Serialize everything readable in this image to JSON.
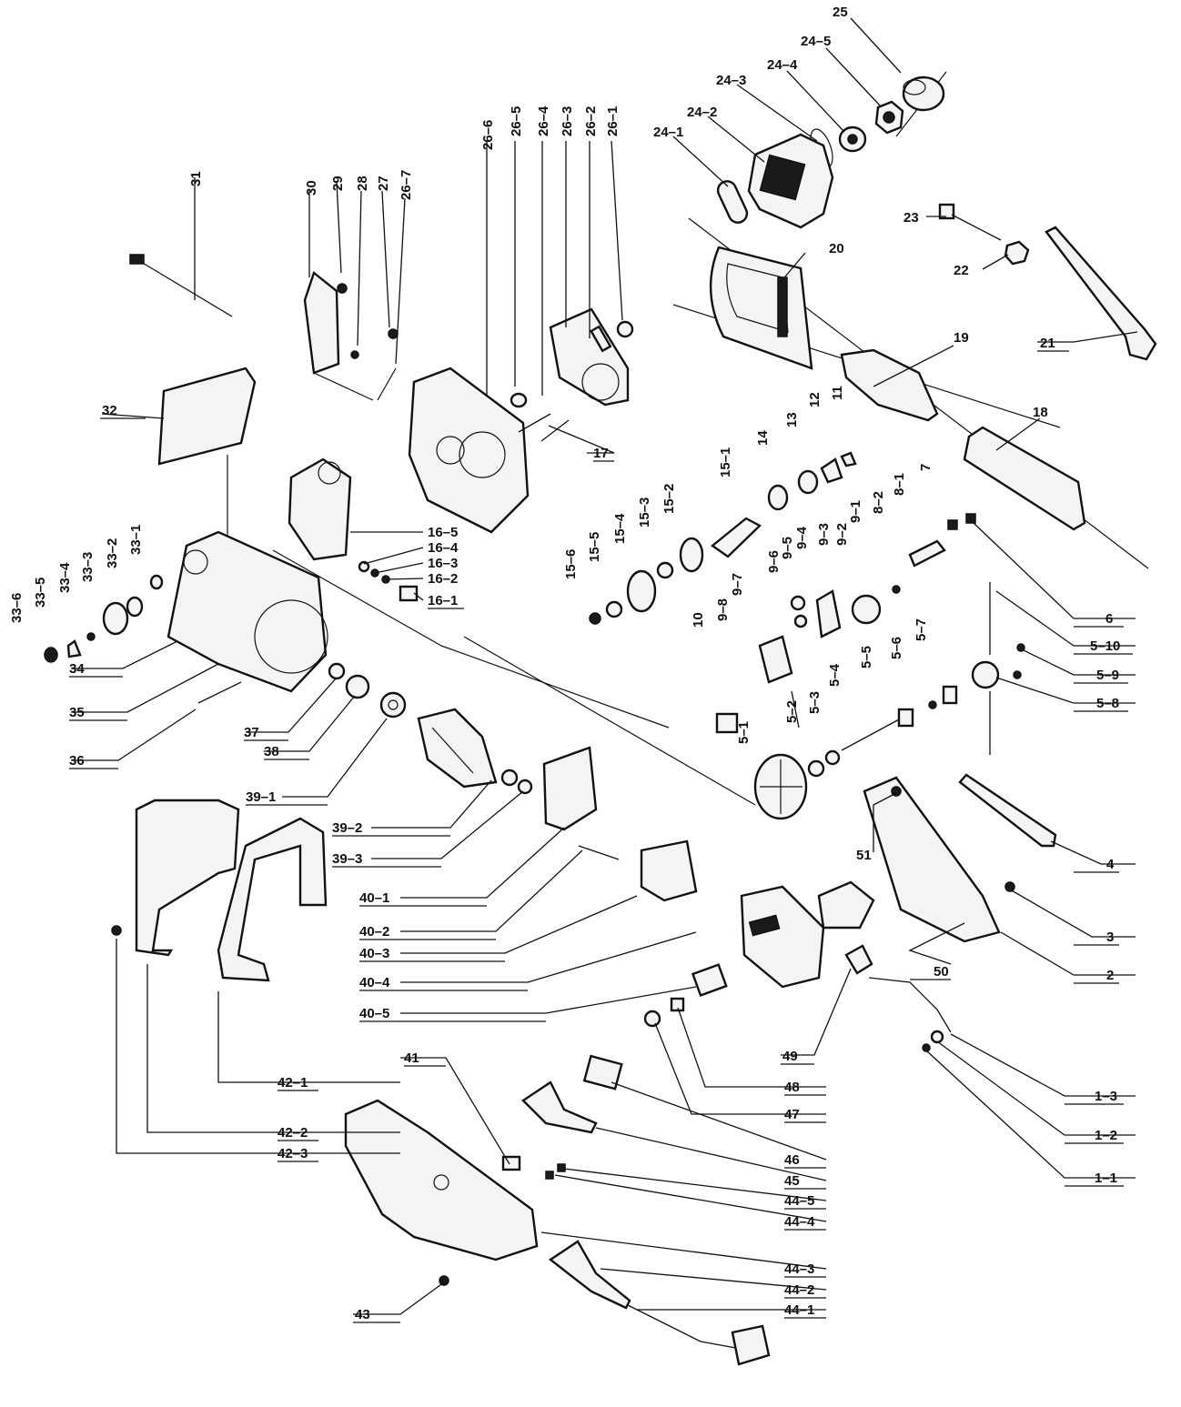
{
  "labels": [
    {
      "id": "25",
      "text": "25"
    },
    {
      "id": "24-5",
      "text": "24–5"
    },
    {
      "id": "24-4",
      "text": "24–4"
    },
    {
      "id": "24-3",
      "text": "24–3"
    },
    {
      "id": "24-2",
      "text": "24–2"
    },
    {
      "id": "24-1",
      "text": "24–1"
    },
    {
      "id": "23",
      "text": "23"
    },
    {
      "id": "22",
      "text": "22"
    },
    {
      "id": "21",
      "text": "21"
    },
    {
      "id": "20",
      "text": "20"
    },
    {
      "id": "19",
      "text": "19"
    },
    {
      "id": "18",
      "text": "18"
    },
    {
      "id": "17",
      "text": "17"
    },
    {
      "id": "16-1",
      "text": "16–1"
    },
    {
      "id": "16-2",
      "text": "16–2"
    },
    {
      "id": "16-3",
      "text": "16–3"
    },
    {
      "id": "16-4",
      "text": "16–4"
    },
    {
      "id": "16-5",
      "text": "16–5"
    },
    {
      "id": "32",
      "text": "32"
    },
    {
      "id": "34",
      "text": "34"
    },
    {
      "id": "35",
      "text": "35"
    },
    {
      "id": "36",
      "text": "36"
    },
    {
      "id": "37",
      "text": "37"
    },
    {
      "id": "38",
      "text": "38"
    },
    {
      "id": "39-1",
      "text": "39–1"
    },
    {
      "id": "39-2",
      "text": "39–2"
    },
    {
      "id": "39-3",
      "text": "39–3"
    },
    {
      "id": "40-1",
      "text": "40–1"
    },
    {
      "id": "40-2",
      "text": "40–2"
    },
    {
      "id": "40-3",
      "text": "40–3"
    },
    {
      "id": "40-4",
      "text": "40–4"
    },
    {
      "id": "40-5",
      "text": "40–5"
    },
    {
      "id": "41",
      "text": "41"
    },
    {
      "id": "42-1",
      "text": "42–1"
    },
    {
      "id": "42-2",
      "text": "42–2"
    },
    {
      "id": "42-3",
      "text": "42–3"
    },
    {
      "id": "43",
      "text": "43"
    },
    {
      "id": "44-1",
      "text": "44–1"
    },
    {
      "id": "44-2",
      "text": "44–2"
    },
    {
      "id": "44-3",
      "text": "44–3"
    },
    {
      "id": "44-4",
      "text": "44–4"
    },
    {
      "id": "44-5",
      "text": "44–5"
    },
    {
      "id": "45",
      "text": "45"
    },
    {
      "id": "46",
      "text": "46"
    },
    {
      "id": "47",
      "text": "47"
    },
    {
      "id": "48",
      "text": "48"
    },
    {
      "id": "49",
      "text": "49"
    },
    {
      "id": "50",
      "text": "50"
    },
    {
      "id": "51",
      "text": "51"
    },
    {
      "id": "4",
      "text": "4"
    },
    {
      "id": "3",
      "text": "3"
    },
    {
      "id": "2",
      "text": "2"
    },
    {
      "id": "1-3",
      "text": "1–3"
    },
    {
      "id": "1-2",
      "text": "1–2"
    },
    {
      "id": "1-1",
      "text": "1–1"
    },
    {
      "id": "6",
      "text": "6"
    },
    {
      "id": "5-10",
      "text": "5–10"
    },
    {
      "id": "5-9",
      "text": "5–9"
    },
    {
      "id": "5-8",
      "text": "5–8"
    },
    {
      "id": "31",
      "text": "31"
    },
    {
      "id": "30",
      "text": "30"
    },
    {
      "id": "29",
      "text": "29"
    },
    {
      "id": "28",
      "text": "28"
    },
    {
      "id": "27",
      "text": "27"
    },
    {
      "id": "26-7",
      "text": "26–7"
    },
    {
      "id": "26-6",
      "text": "26–6"
    },
    {
      "id": "26-5",
      "text": "26–5"
    },
    {
      "id": "26-4",
      "text": "26–4"
    },
    {
      "id": "26-3",
      "text": "26–3"
    },
    {
      "id": "26-2",
      "text": "26–2"
    },
    {
      "id": "26-1",
      "text": "26–1"
    },
    {
      "id": "15-1",
      "text": "15–1"
    },
    {
      "id": "15-2",
      "text": "15–2"
    },
    {
      "id": "15-3",
      "text": "15–3"
    },
    {
      "id": "15-4",
      "text": "15–4"
    },
    {
      "id": "15-5",
      "text": "15–5"
    },
    {
      "id": "15-6",
      "text": "15–6"
    },
    {
      "id": "14",
      "text": "14"
    },
    {
      "id": "13",
      "text": "13"
    },
    {
      "id": "12",
      "text": "12"
    },
    {
      "id": "11",
      "text": "11"
    },
    {
      "id": "33-1",
      "text": "33–1"
    },
    {
      "id": "33-2",
      "text": "33–2"
    },
    {
      "id": "33-3",
      "text": "33–3"
    },
    {
      "id": "33-4",
      "text": "33–4"
    },
    {
      "id": "33-5",
      "text": "33–5"
    },
    {
      "id": "33-6",
      "text": "33–6"
    },
    {
      "id": "10",
      "text": "10"
    },
    {
      "id": "9-8",
      "text": "9–8"
    },
    {
      "id": "9-7",
      "text": "9–7"
    },
    {
      "id": "9-6",
      "text": "9–6"
    },
    {
      "id": "9-5",
      "text": "9–5"
    },
    {
      "id": "9-4",
      "text": "9–4"
    },
    {
      "id": "9-3",
      "text": "9–3"
    },
    {
      "id": "9-2",
      "text": "9–2"
    },
    {
      "id": "9-1",
      "text": "9–1"
    },
    {
      "id": "8-2",
      "text": "8–2"
    },
    {
      "id": "8-1",
      "text": "8–1"
    },
    {
      "id": "7",
      "text": "7"
    },
    {
      "id": "5-1",
      "text": "5–1"
    },
    {
      "id": "5-2",
      "text": "5–2"
    },
    {
      "id": "5-3",
      "text": "5–3"
    },
    {
      "id": "5-4",
      "text": "5–4"
    },
    {
      "id": "5-5",
      "text": "5–5"
    },
    {
      "id": "5-6",
      "text": "5–6"
    },
    {
      "id": "5-7",
      "text": "5–7"
    }
  ]
}
